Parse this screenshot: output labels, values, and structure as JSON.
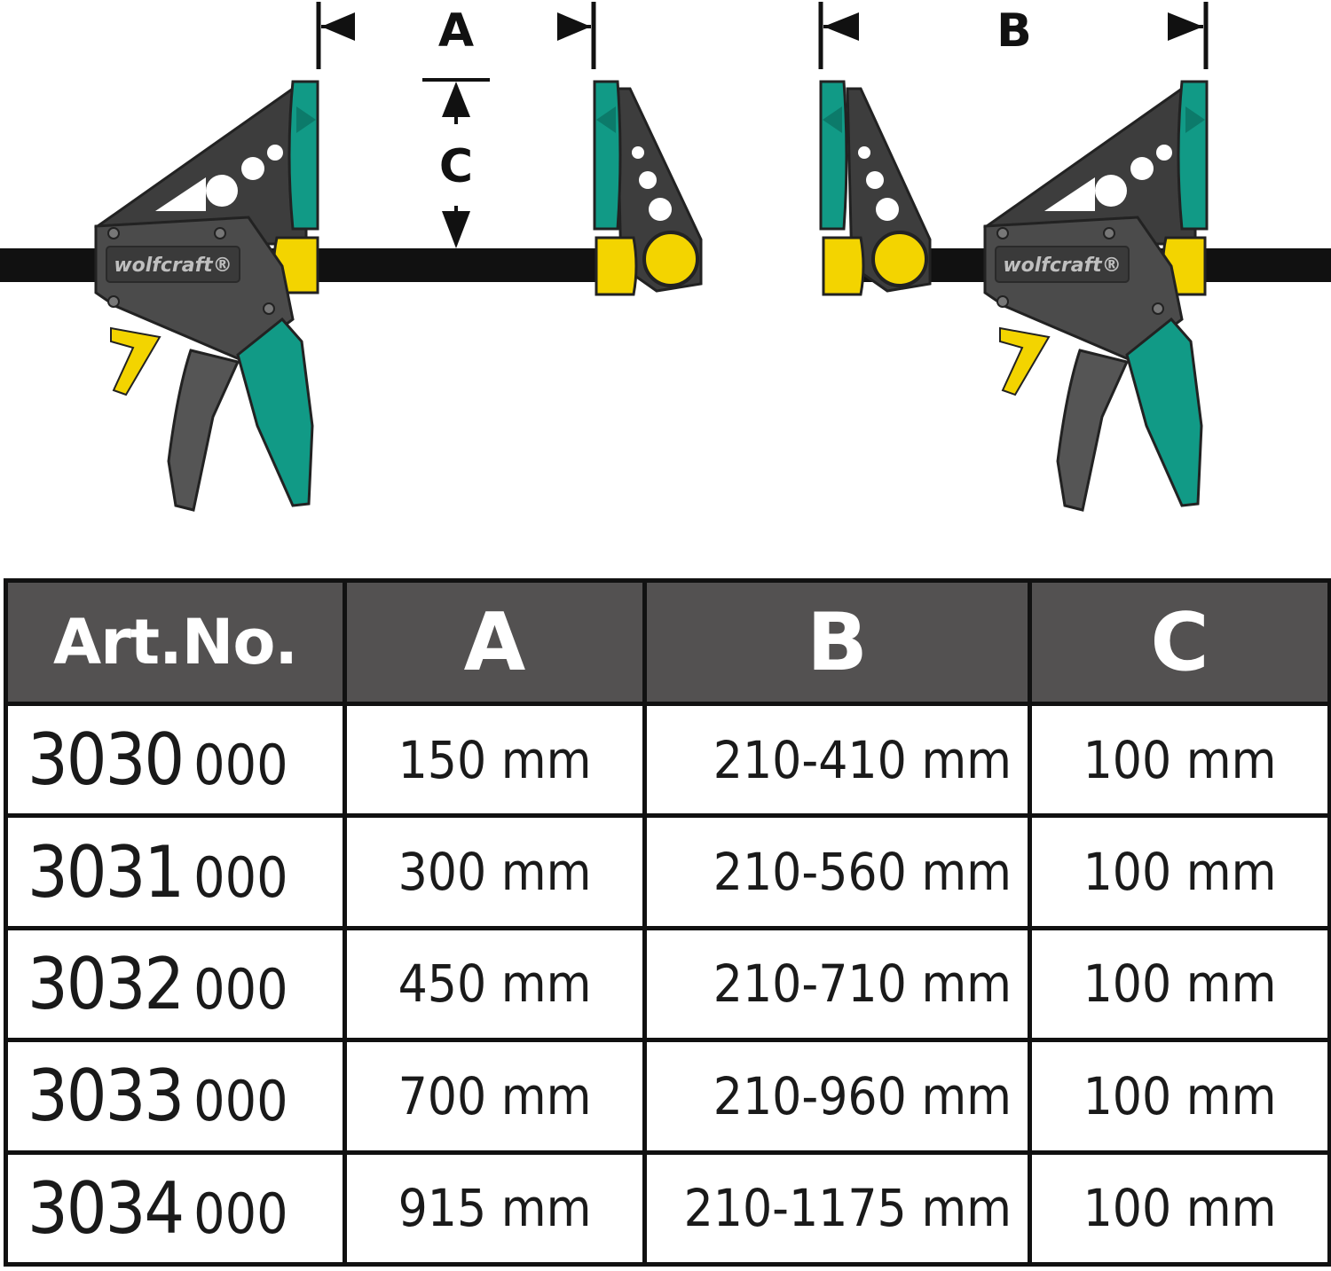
{
  "colors": {
    "teal": "#119a86",
    "dark_grey": "#3d3d3d",
    "mid_grey": "#5a5a5a",
    "yellow": "#f3d400",
    "black": "#111111",
    "table_header": "#535151"
  },
  "diagram": {
    "dimension_labels": {
      "a": "A",
      "b": "B",
      "c": "C"
    },
    "brand_left": "wolfcraft®",
    "brand_right": "wolfcraft®"
  },
  "table": {
    "headers": {
      "art_no": "Art.No.",
      "a": "A",
      "b": "B",
      "c": "C"
    },
    "rows": [
      {
        "art_main": "3030",
        "art_suffix": "000",
        "a": "150 mm",
        "b": "210-410 mm",
        "c": "100 mm"
      },
      {
        "art_main": "3031",
        "art_suffix": "000",
        "a": "300 mm",
        "b": "210-560 mm",
        "c": "100 mm"
      },
      {
        "art_main": "3032",
        "art_suffix": "000",
        "a": "450 mm",
        "b": "210-710 mm",
        "c": "100 mm"
      },
      {
        "art_main": "3033",
        "art_suffix": "000",
        "a": "700 mm",
        "b": "210-960 mm",
        "c": "100 mm"
      },
      {
        "art_main": "3034",
        "art_suffix": "000",
        "a": "915 mm",
        "b": "210-1175 mm",
        "c": "100 mm"
      }
    ]
  }
}
